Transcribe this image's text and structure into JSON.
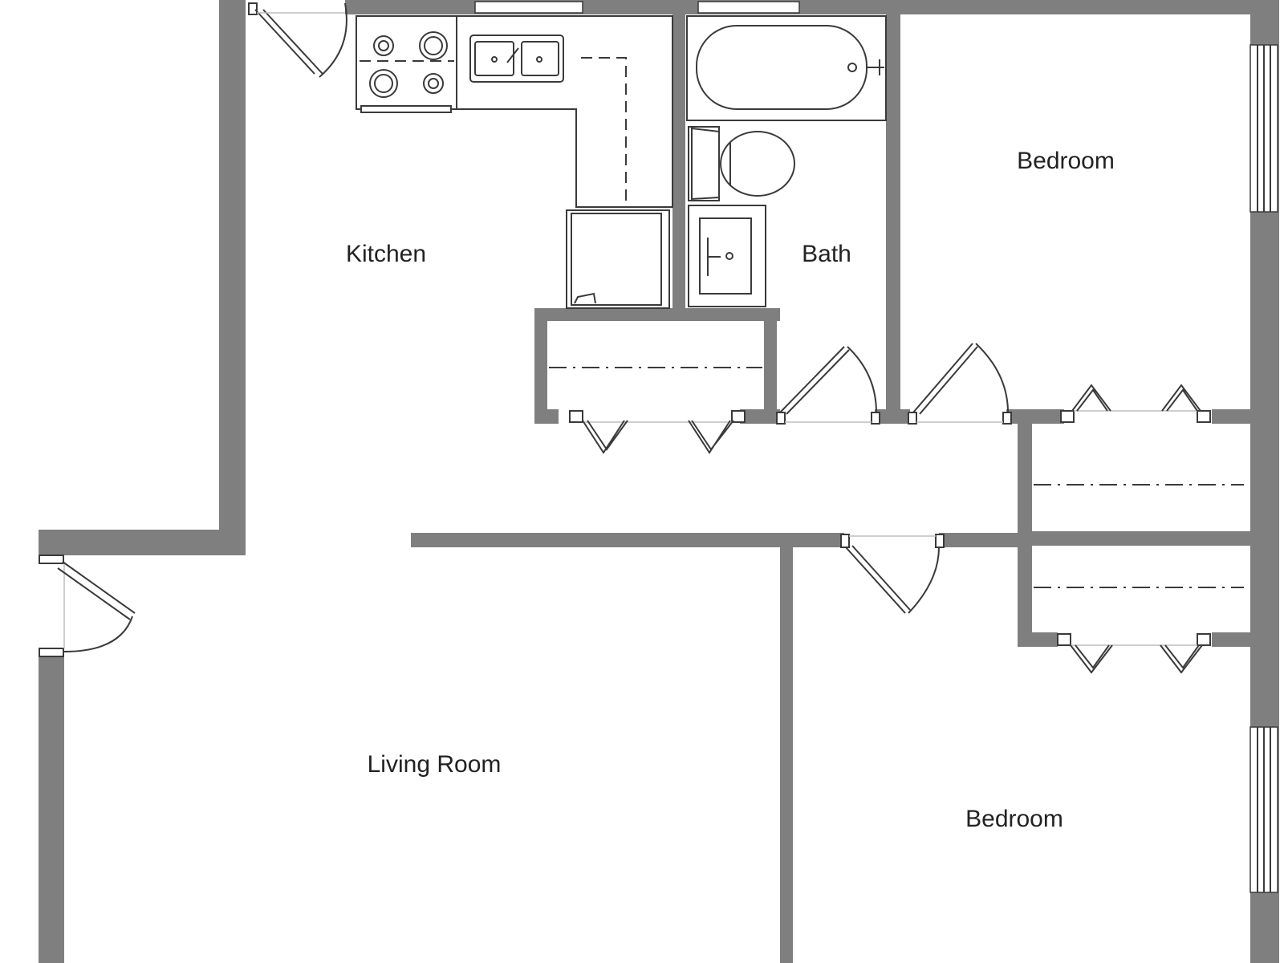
{
  "rooms": {
    "kitchen": "Kitchen",
    "bath": "Bath",
    "bedroom_top": "Bedroom",
    "living_room": "Living Room",
    "bedroom_bottom": "Bedroom"
  },
  "colors": {
    "wall": "#7f7f7f",
    "line": "#3a3a3a",
    "background": "#ffffff",
    "text": "#222222"
  }
}
